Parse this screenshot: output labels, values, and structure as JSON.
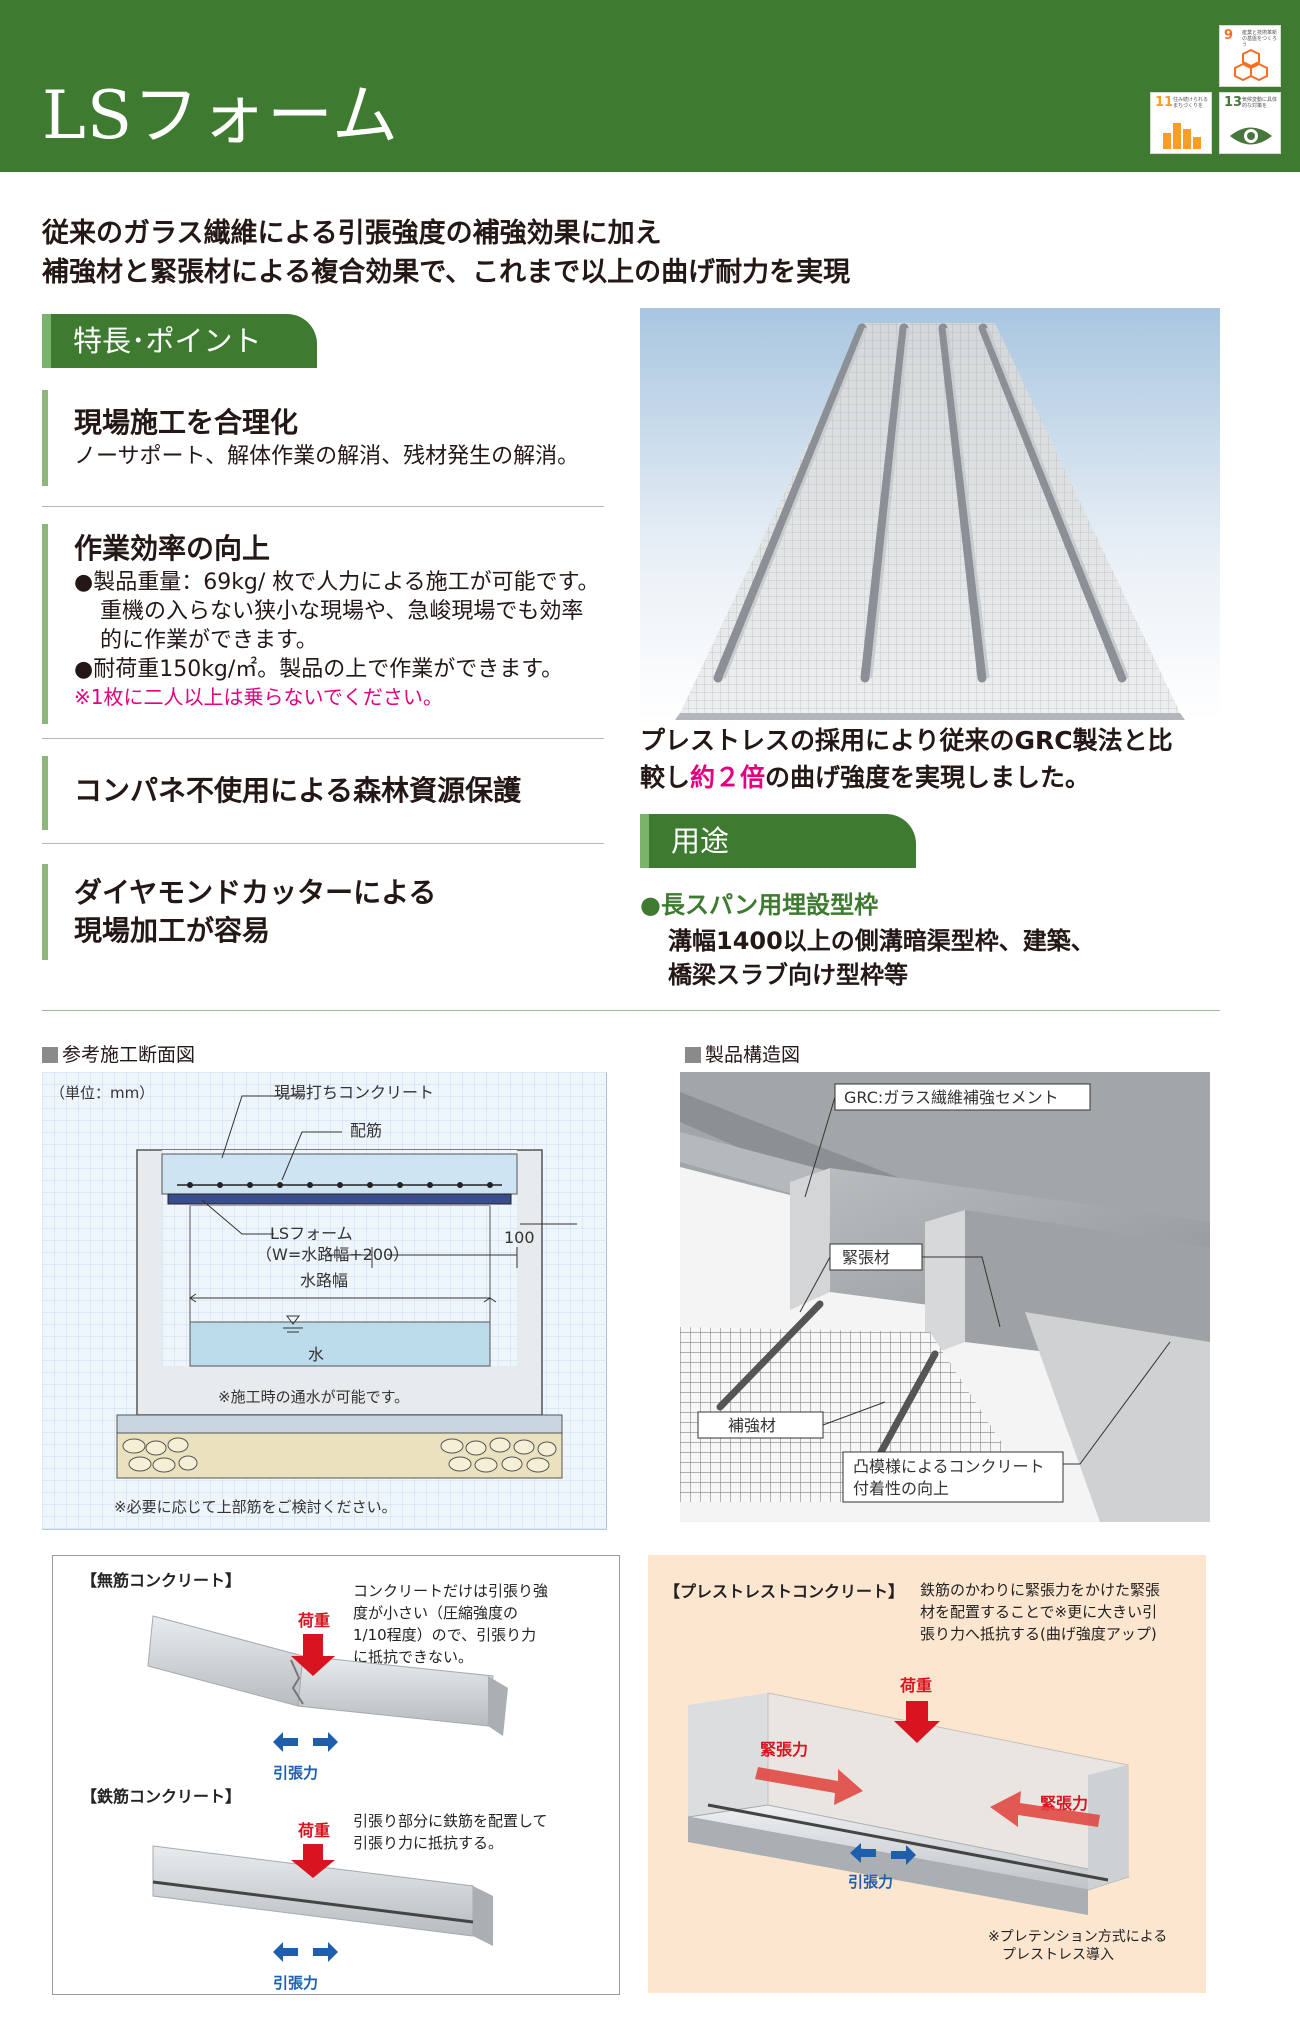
{
  "header": {
    "title": "LSフォーム",
    "sdgs": [
      {
        "num": "9",
        "text": "産業と技術革新の基盤をつくろう",
        "color": "#f36d25"
      },
      {
        "num": "11",
        "text": "住み続けられるまちづくりを",
        "color": "#f99d26"
      },
      {
        "num": "13",
        "text": "気候変動に具体的な対策を",
        "color": "#48773e"
      }
    ]
  },
  "lead": {
    "line1": "従来のガラス繊維による引張強度の補強効果に加え",
    "line2": "補強材と緊張材による複合効果で、これまで以上の曲げ耐力を実現"
  },
  "features": {
    "heading": "特長･ポイント",
    "f1": {
      "title": "現場施工を合理化",
      "body": "ノーサポート、解体作業の解消、残材発生の解消。"
    },
    "f2": {
      "title": "作業効率の向上",
      "b1": "●製品重量：69kg/ 枚で人力による施工が可能です。重機の入らない狭小な現場や、急峻現場でも効率的に作業ができます。",
      "b2": "●耐荷重150kg/㎡。製品の上で作業ができます。",
      "note": "※1枚に二人以上は乗らないでください。"
    },
    "f3": {
      "title": "コンパネ不使用による森林資源保護"
    },
    "f4": {
      "title1": "ダイヤモンドカッターによる",
      "title2": "現場加工が容易"
    }
  },
  "caption": {
    "line1": "プレストレスの採用により従来のGRC製法と比",
    "line2a": "較し",
    "highlight": "約２倍",
    "line2b": "の曲げ強度を実現しました。"
  },
  "usage": {
    "heading": "用途",
    "title": "●長スパン用埋設型枠",
    "line1": "溝幅1400以上の側溝暗渠型枠、建築、",
    "line2": "橋梁スラブ向け型枠等"
  },
  "section_fig": {
    "label": "参考施工断面図",
    "unit": "（単位：mm）",
    "concrete": "現場打ちコンクリート",
    "rebar": "配筋",
    "lsform": "LSフォーム",
    "width": "（W=水路幅+200）",
    "dim100": "100",
    "channel": "水路幅",
    "water": "水",
    "note1": "※施工時の通水が可能です。",
    "note2": "※必要に応じて上部筋をご検討ください。"
  },
  "struct_fig": {
    "label": "製品構造図",
    "grc": "GRC:ガラス繊維補強セメント",
    "tendon": "緊張材",
    "reinforce": "補強材",
    "bump1": "凸模様によるコンクリート",
    "bump2": "付着性の向上"
  },
  "plain": {
    "title": "【無筋コンクリート】",
    "load": "荷重",
    "tension": "引張力",
    "desc1": "コンクリートだけは引張り強",
    "desc2": "度が小さい（圧縮強度の",
    "desc3": "1/10程度）ので、引張り力",
    "desc4": "に抵抗できない。"
  },
  "rc": {
    "title": "【鉄筋コンクリート】",
    "load": "荷重",
    "tension": "引張力",
    "desc1": "引張り部分に鉄筋を配置して",
    "desc2": "引張り力に抵抗する。"
  },
  "pc": {
    "title": "【プレストレストコンクリート】",
    "desc1": "鉄筋のかわりに緊張力をかけた緊張",
    "desc2": "材を配置することで※更に大きい引",
    "desc3": "張り力へ抵抗する(曲げ強度アップ)",
    "load": "荷重",
    "prestress1": "緊張力",
    "prestress2": "緊張力",
    "tension": "引張力",
    "note1": "※プレテンション方式による",
    "note2": "プレストレス導入"
  },
  "colors": {
    "green": "#3e7a30",
    "light_green": "#7ab36b",
    "magenta": "#e4007f",
    "load_red": "#d7141f",
    "tension_blue": "#1d5fae",
    "pc_bg": "#fce6cf"
  }
}
